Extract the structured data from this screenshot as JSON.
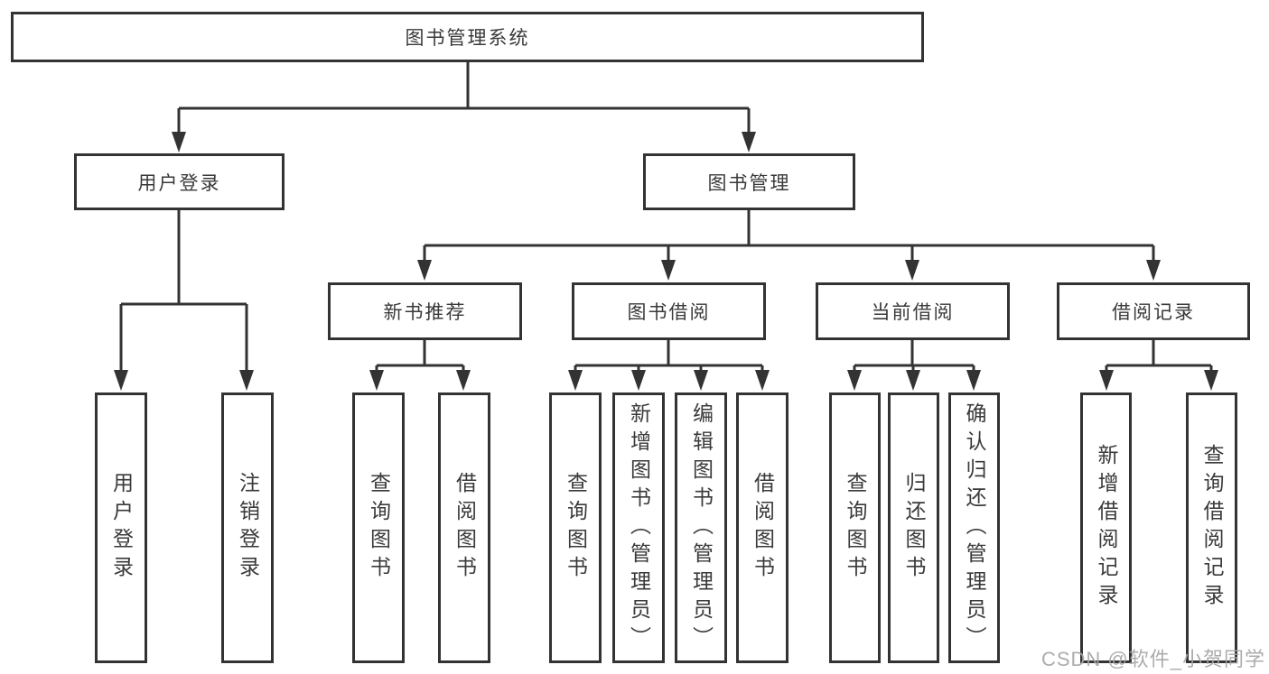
{
  "tree": {
    "root": {
      "label": "图书管理系统",
      "children": [
        {
          "label": "用户登录",
          "children": [
            {
              "label": "用户登录"
            },
            {
              "label": "注销登录"
            }
          ]
        },
        {
          "label": "图书管理",
          "children": [
            {
              "label": "新书推荐",
              "children": [
                {
                  "label": "查询图书"
                },
                {
                  "label": "借阅图书"
                }
              ]
            },
            {
              "label": "图书借阅",
              "children": [
                {
                  "label": "查询图书"
                },
                {
                  "label": "新增图书（管理员）"
                },
                {
                  "label": "编辑图书（管理员）"
                },
                {
                  "label": "借阅图书"
                }
              ]
            },
            {
              "label": "当前借阅",
              "children": [
                {
                  "label": "查询图书"
                },
                {
                  "label": "归还图书"
                },
                {
                  "label": "确认归还（管理员）"
                }
              ]
            },
            {
              "label": "借阅记录",
              "children": [
                {
                  "label": "新增借阅记录"
                },
                {
                  "label": "查询借阅记录"
                }
              ]
            }
          ]
        }
      ]
    }
  },
  "watermark": {
    "text": "CSDN @软件_小贺同学"
  },
  "colors": {
    "line": "#333333",
    "box_border": "#333333",
    "box_fill": "#ffffff",
    "text": "#3a3a3a",
    "watermark": "#a5a5a5",
    "background": "#ffffff"
  }
}
